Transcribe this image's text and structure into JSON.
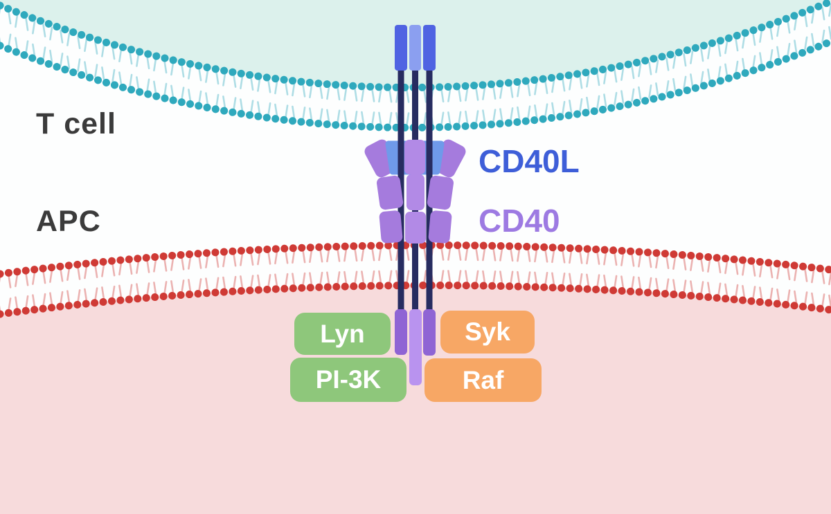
{
  "labels": {
    "t_cell": "T cell",
    "apc": "APC",
    "cd40l": "CD40L",
    "cd40": "CD40"
  },
  "kinases": [
    {
      "name": "Lyn",
      "group": "green"
    },
    {
      "name": "Syk",
      "group": "orange"
    },
    {
      "name": "PI-3K",
      "group": "green"
    },
    {
      "name": "Raf",
      "group": "orange"
    }
  ],
  "colors": {
    "background": "#fdfefe",
    "t_cell_cytoplasm": "#dcf1ec",
    "t_cell_membrane": "#2fa9bd",
    "apc_cytoplasm": "#f7dbdc",
    "apc_membrane": "#cf3a35",
    "ligand_stalk_outer": "#4f63e2",
    "ligand_stalk_inner": "#8b9ff0",
    "ligand_stem": "#272c60",
    "ligand_band": "#6f9aea",
    "receptor_purple": "#a57bdd",
    "receptor_purple_light": "#b28ae6",
    "receptor_tail_dark": "#8f64d4",
    "receptor_tail_light": "#b993ef",
    "kinase_green": "#8ec77b",
    "kinase_orange": "#f7a765",
    "kinase_text": "#ffffff",
    "cell_label_text": "#3b3b3b",
    "cd40l_text": "#3e5ed8",
    "cd40_text": "#9d7ae2"
  }
}
